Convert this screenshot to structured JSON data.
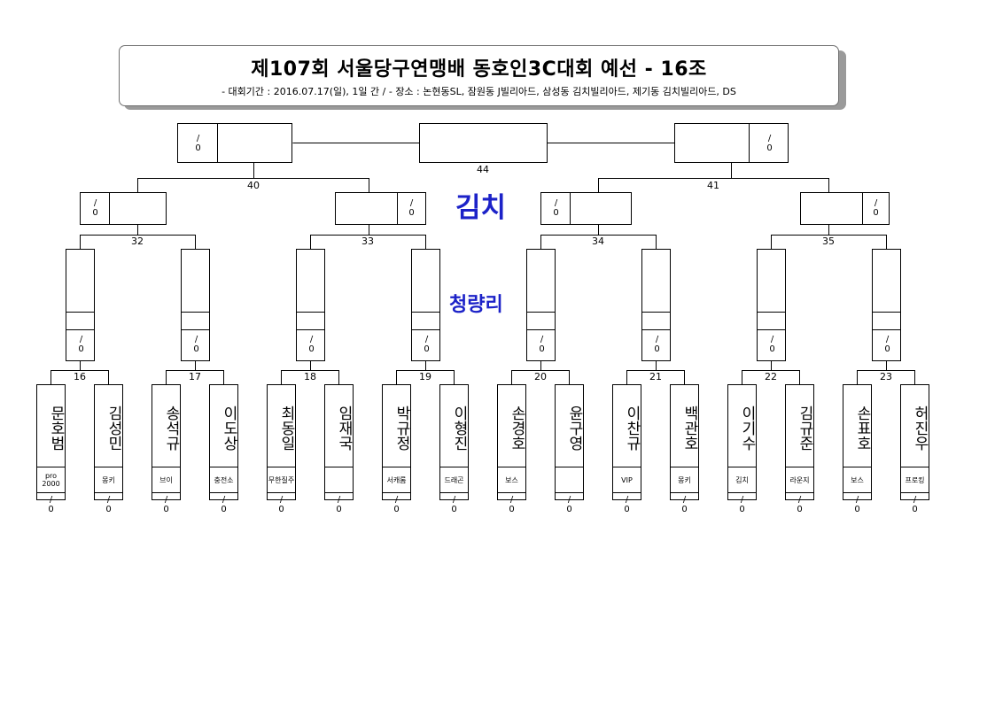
{
  "header": {
    "title": "제107회 서울당구연맹배 동호인3C대회 예선 - 16조",
    "subtitle": "- 대회기간 : 2016.07.17(일), 1일 간 / - 장소 : 논현동SL, 잠원동 J빌리아드, 삼성동 김치빌리아드, 제기동 김치빌리아드, DS"
  },
  "venues": {
    "final_venue": "김치",
    "prelim_venue": "청량리",
    "color": "#1c22c8"
  },
  "score_placeholder": "/ 0",
  "matches": {
    "m16": "16",
    "m17": "17",
    "m18": "18",
    "m19": "19",
    "m20": "20",
    "m21": "21",
    "m22": "22",
    "m23": "23",
    "m32": "32",
    "m33": "33",
    "m34": "34",
    "m35": "35",
    "m40": "40",
    "m41": "41",
    "m44": "44"
  },
  "players": [
    {
      "name": "문호범",
      "club": "pro 2000",
      "score": "/ 0"
    },
    {
      "name": "김성민",
      "club": "몽키",
      "score": "/ 0"
    },
    {
      "name": "송석규",
      "club": "브이",
      "score": "/ 0"
    },
    {
      "name": "이도상",
      "club": "충전소",
      "score": "/ 0"
    },
    {
      "name": "최동일",
      "club": "무한질주",
      "score": "/ 0"
    },
    {
      "name": "임재국",
      "club": "",
      "score": "/ 0"
    },
    {
      "name": "박규정",
      "club": "서캐롬",
      "score": "/ 0"
    },
    {
      "name": "이형진",
      "club": "드래곤",
      "score": "/ 0"
    },
    {
      "name": "손경호",
      "club": "보스",
      "score": "/ 0"
    },
    {
      "name": "윤구영",
      "club": "",
      "score": "/ 0"
    },
    {
      "name": "이찬규",
      "club": "VIP",
      "score": "/ 0"
    },
    {
      "name": "백관호",
      "club": "몽키",
      "score": "/ 0"
    },
    {
      "name": "이기수",
      "club": "김치",
      "score": "/ 0"
    },
    {
      "name": "김규준",
      "club": "라운지",
      "score": "/ 0"
    },
    {
      "name": "손표호",
      "club": "보스",
      "score": "/ 0"
    },
    {
      "name": "허진우",
      "club": "프로킹",
      "score": "/ 0"
    }
  ]
}
